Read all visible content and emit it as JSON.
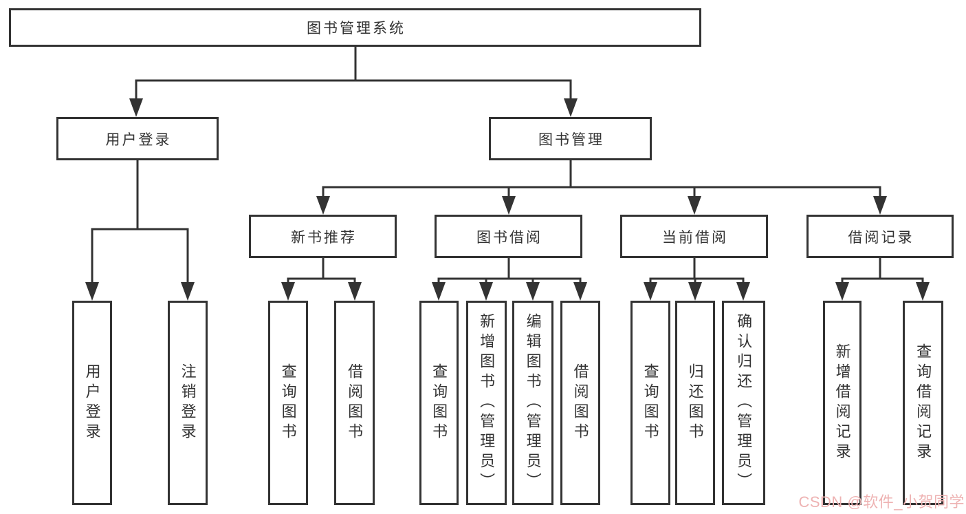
{
  "colors": {
    "line": "#333333",
    "text": "#333333",
    "node-bg": "#ffffff",
    "background": "#ffffff",
    "watermark": "#eeb2b2"
  },
  "watermark": {
    "text": "CSDN @软件_小贺同学"
  },
  "tree": {
    "root": {
      "label": "图书管理系统"
    },
    "branches": [
      {
        "label": "用户登录",
        "children": [
          {
            "label": "用户登录"
          },
          {
            "label": "注销登录"
          }
        ]
      },
      {
        "label": "图书管理",
        "children": [
          {
            "label": "新书推荐",
            "children": [
              {
                "label": "查询图书"
              },
              {
                "label": "借阅图书"
              }
            ]
          },
          {
            "label": "图书借阅",
            "children": [
              {
                "label": "查询图书"
              },
              {
                "label": "新增图书（管理员）"
              },
              {
                "label": "编辑图书（管理员）"
              },
              {
                "label": "借阅图书"
              }
            ]
          },
          {
            "label": "当前借阅",
            "children": [
              {
                "label": "查询图书"
              },
              {
                "label": "归还图书"
              },
              {
                "label": "确认归还（管理员）"
              }
            ]
          },
          {
            "label": "借阅记录",
            "children": [
              {
                "label": "新增借阅记录"
              },
              {
                "label": "查询借阅记录"
              }
            ]
          }
        ]
      }
    ]
  }
}
